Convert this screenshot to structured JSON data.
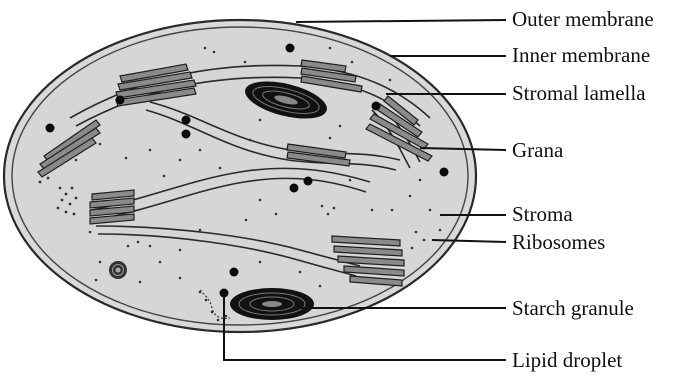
{
  "labels": {
    "outer_membrane": "Outer membrane",
    "inner_membrane": "Inner membrane",
    "stromal_lamella": "Stromal lamella",
    "grana": "Grana",
    "stroma": "Stroma",
    "ribosomes": "Ribosomes",
    "starch_granule": "Starch granule",
    "lipid_droplet": "Lipid droplet"
  },
  "colors": {
    "stroma_fill": "#d9d9d9",
    "outline": "#2a2a2a",
    "dark": "#111111"
  }
}
